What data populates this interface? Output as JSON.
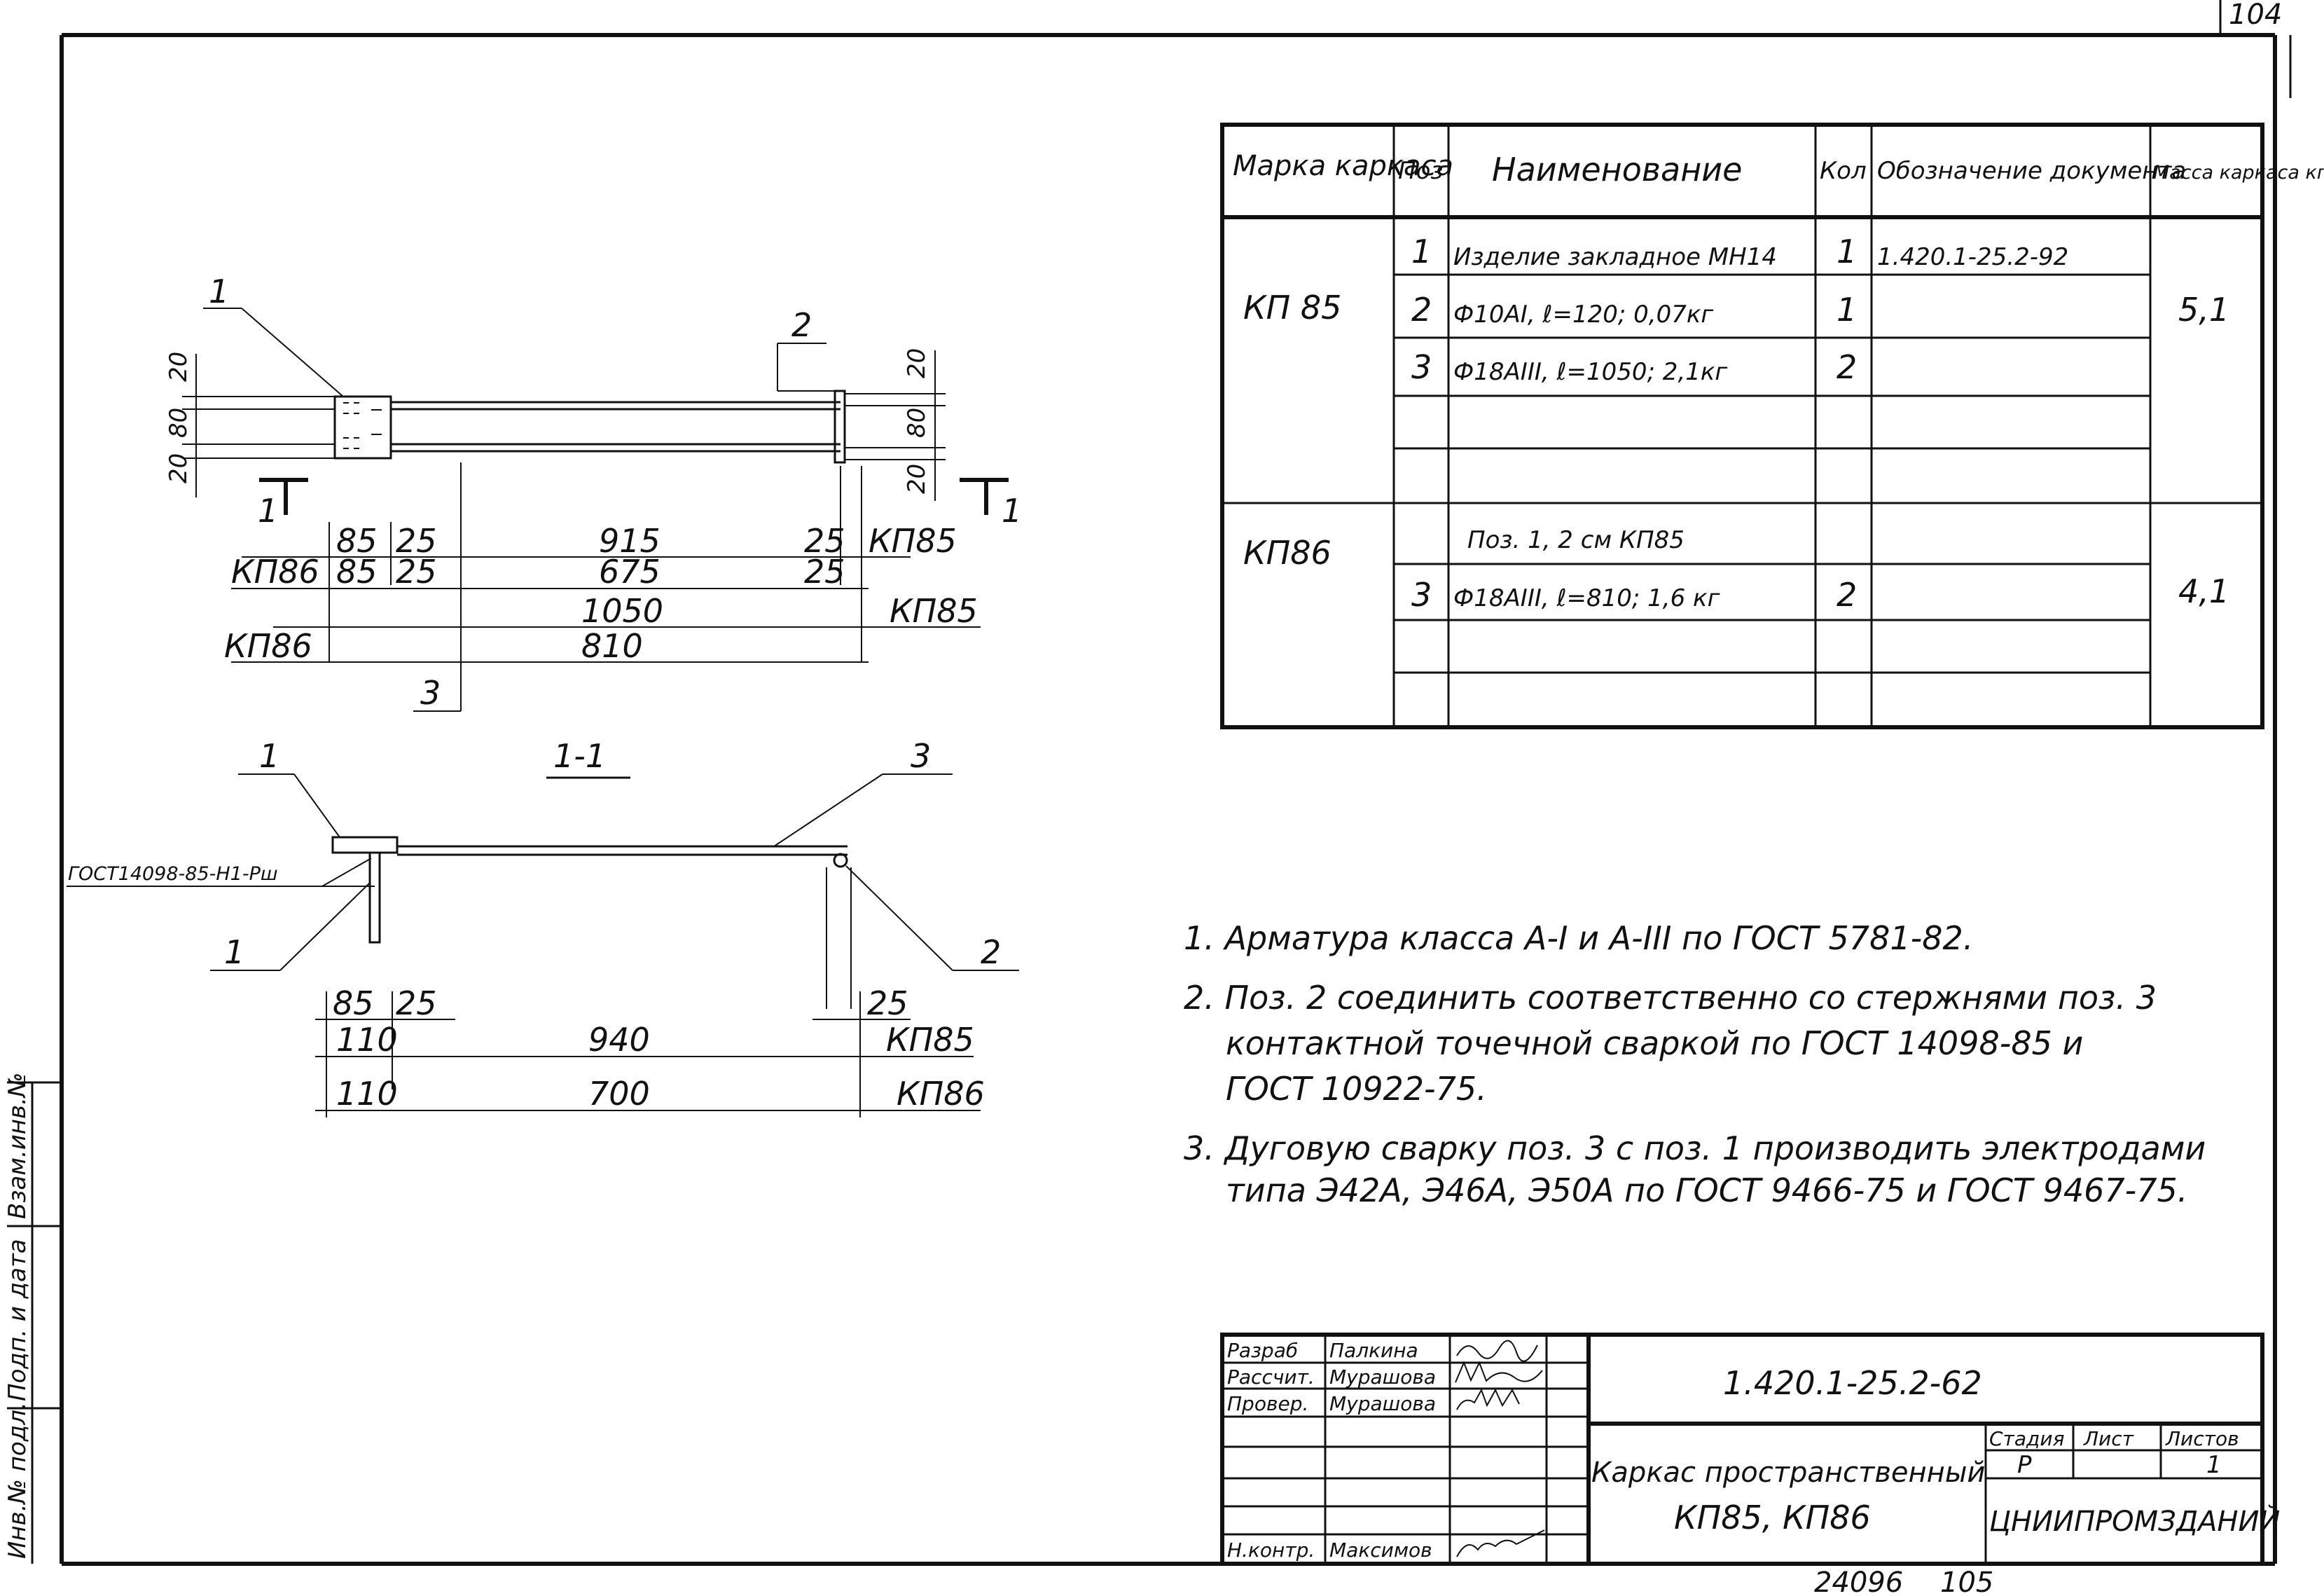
{
  "sheet": {
    "corner_number": "104",
    "bottom_numbers": [
      "24096",
      "105"
    ]
  },
  "side_stamp": {
    "labels": [
      "Инв.№ подл.",
      "Подп. и дата",
      "Взам.инв.№"
    ]
  },
  "drawing": {
    "plan": {
      "pos_labels": [
        "1",
        "2",
        "3"
      ],
      "vertical_dims_left": [
        "20",
        "80",
        "20"
      ],
      "vertical_dims_right": [
        "20",
        "80",
        "20"
      ],
      "section_mark": "1",
      "rows": [
        {
          "mark": "",
          "values": [
            "85",
            "25",
            "915",
            "25"
          ],
          "tag": "КП85"
        },
        {
          "mark": "КП86",
          "values": [
            "85",
            "25",
            "675",
            "25"
          ],
          "tag": ""
        },
        {
          "mark": "",
          "values": [
            "1050"
          ],
          "tag": "КП85"
        },
        {
          "mark": "КП86",
          "values": [
            "810"
          ],
          "tag": ""
        }
      ]
    },
    "section": {
      "title": "1-1",
      "pos_labels": [
        "1",
        "3",
        "1",
        "2"
      ],
      "weld_note": "ГОСТ14098-85-Н1-Рш",
      "dims_top": [
        "85",
        "25",
        "25"
      ],
      "rows": [
        {
          "values": [
            "110",
            "940"
          ],
          "tag": "КП85"
        },
        {
          "values": [
            "110",
            "700"
          ],
          "tag": "КП86"
        }
      ]
    }
  },
  "spec_table": {
    "headers": [
      "Марка каркаса",
      "Поз",
      "Наименование",
      "Кол",
      "Обозначение документа",
      "Масса каркаса кг"
    ],
    "rows": [
      {
        "mark": "КП 85",
        "pos": "1",
        "name": "Изделие закладное МН14",
        "qty": "1",
        "doc": "1.420.1-25.2-92",
        "mass": ""
      },
      {
        "mark": "",
        "pos": "2",
        "name": "Ф10АI, ℓ=120; 0,07кг",
        "qty": "1",
        "doc": "",
        "mass": "5,1"
      },
      {
        "mark": "",
        "pos": "3",
        "name": "Ф18АIII, ℓ=1050; 2,1кг",
        "qty": "2",
        "doc": "",
        "mass": ""
      },
      {
        "mark": "КП86",
        "pos": "",
        "name": "Поз. 1, 2 см  КП85",
        "qty": "",
        "doc": "",
        "mass": ""
      },
      {
        "mark": "",
        "pos": "3",
        "name": "Ф18АIII, ℓ=810; 1,6 кг",
        "qty": "2",
        "doc": "",
        "mass": "4,1"
      }
    ]
  },
  "notes": [
    "1. Арматура класса А-I и А-III по ГОСТ 5781-82.",
    "2. Поз. 2 соединить соответственно со стержнями поз. 3",
    "контактной точечной сваркой по ГОСТ 14098-85 и",
    "ГОСТ 10922-75.",
    "3. Дуговую сварку поз. 3 с поз. 1 производить электродами",
    "типа Э42А, Э46А, Э50А по ГОСТ 9466-75 и ГОСТ 9467-75."
  ],
  "title_block": {
    "roles": [
      {
        "role": "Разраб",
        "name": "Палкина"
      },
      {
        "role": "Рассчит.",
        "name": "Мурашова"
      },
      {
        "role": "Провер.",
        "name": "Мурашова"
      },
      {
        "role": "Н.контр.",
        "name": "Максимов"
      }
    ],
    "doc_code": "1.420.1-25.2-62",
    "title_line1": "Каркас пространственный",
    "title_line2": "КП85, КП86",
    "stage_label": "Стадия",
    "sheet_label": "Лист",
    "sheets_label": "Листов",
    "stage_value": "Р",
    "sheets_value": "1",
    "organization": "ЦНИИПРОМЗДАНИЙ"
  }
}
